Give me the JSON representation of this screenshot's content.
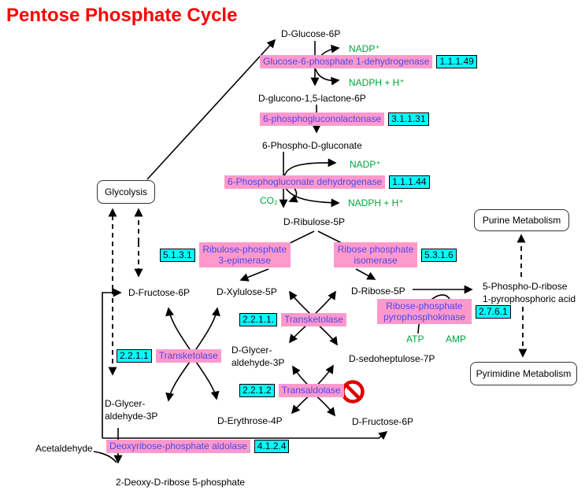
{
  "title": "Pentose Phosphate Cycle",
  "pathway_boxes": {
    "glycolysis": "Glycolysis",
    "purine": "Purine Metabolism",
    "pyrimidine": "Pyrimidine Metabolism"
  },
  "metabolites": {
    "glucose6p": "D-Glucose-6P",
    "gluconolactone": "D-glucono-1,5-lactone-6P",
    "phosphogluconate": "6-Phospho-D-gluconate",
    "ribulose5p": "D-Ribulose-5P",
    "fructose6p_top": "D-Fructose-6P",
    "xylulose5p": "D-Xylulose-5P",
    "ribose5p": "D-Ribose-5P",
    "phosphoribose_line1": "5-Phospho-D-ribose",
    "phosphoribose_line2": "1-pyrophosphoric acid",
    "glyceraldehyde_line1": "D-Glycer-",
    "glyceraldehyde_line2": "aldehyde-3P",
    "sedoheptulose7p": "D-sedoheptulose-7P",
    "erythrose4p": "D-Erythrose-4P",
    "fructose6p_bottom": "D-Fructose-6P",
    "acetaldehyde": "Acetaldehyde",
    "deoxyribose5p": "2-Deoxy-D-ribose 5-phosphate"
  },
  "cofactors": {
    "nadp": "NADP⁺",
    "nadph": "NADPH + H⁺",
    "co2": "CO₂",
    "atp": "ATP",
    "amp": "AMP"
  },
  "enzymes": {
    "g6pd": {
      "name": "Glucose-6-phosphate 1-dehydrogenase",
      "ec": "1.1.1.49"
    },
    "pgl": {
      "name": "6-phosphogluconolactonase",
      "ec": "3.1.1.31"
    },
    "pgd": {
      "name": "6-Phosphogluconate dehydrogenase",
      "ec": "1.1.1.44"
    },
    "rpe": {
      "name_line1": "Ribulose-phosphate",
      "name_line2": "3-epimerase",
      "ec": "5.1.3.1"
    },
    "rpi": {
      "name_line1": "Ribose phosphate",
      "name_line2": "isomerase",
      "ec": "5.3.1.6"
    },
    "prps": {
      "name_line1": "Ribose-phosphate",
      "name_line2": "pyrophosphokinase",
      "ec": "2.7.6.1"
    },
    "tkt1": {
      "name": "Transketolase",
      "ec": "2.2.1.1"
    },
    "tkt2": {
      "name": "Transketolase",
      "ec": "2.2.1.1."
    },
    "tal": {
      "name": "Transaldolase",
      "ec": "2.2.1.2"
    },
    "dera": {
      "name": "Deoxyribose-phosphate aldolase",
      "ec": "4.1.2.4"
    }
  },
  "colors": {
    "title": "#FF0000",
    "enzyme_bg": "#FF99CC",
    "enzyme_text": "#4848E8",
    "ec_bg": "#00FFFF",
    "cofactor_text": "#00A33C",
    "prohibited": "#DD0000",
    "line": "#000000"
  }
}
